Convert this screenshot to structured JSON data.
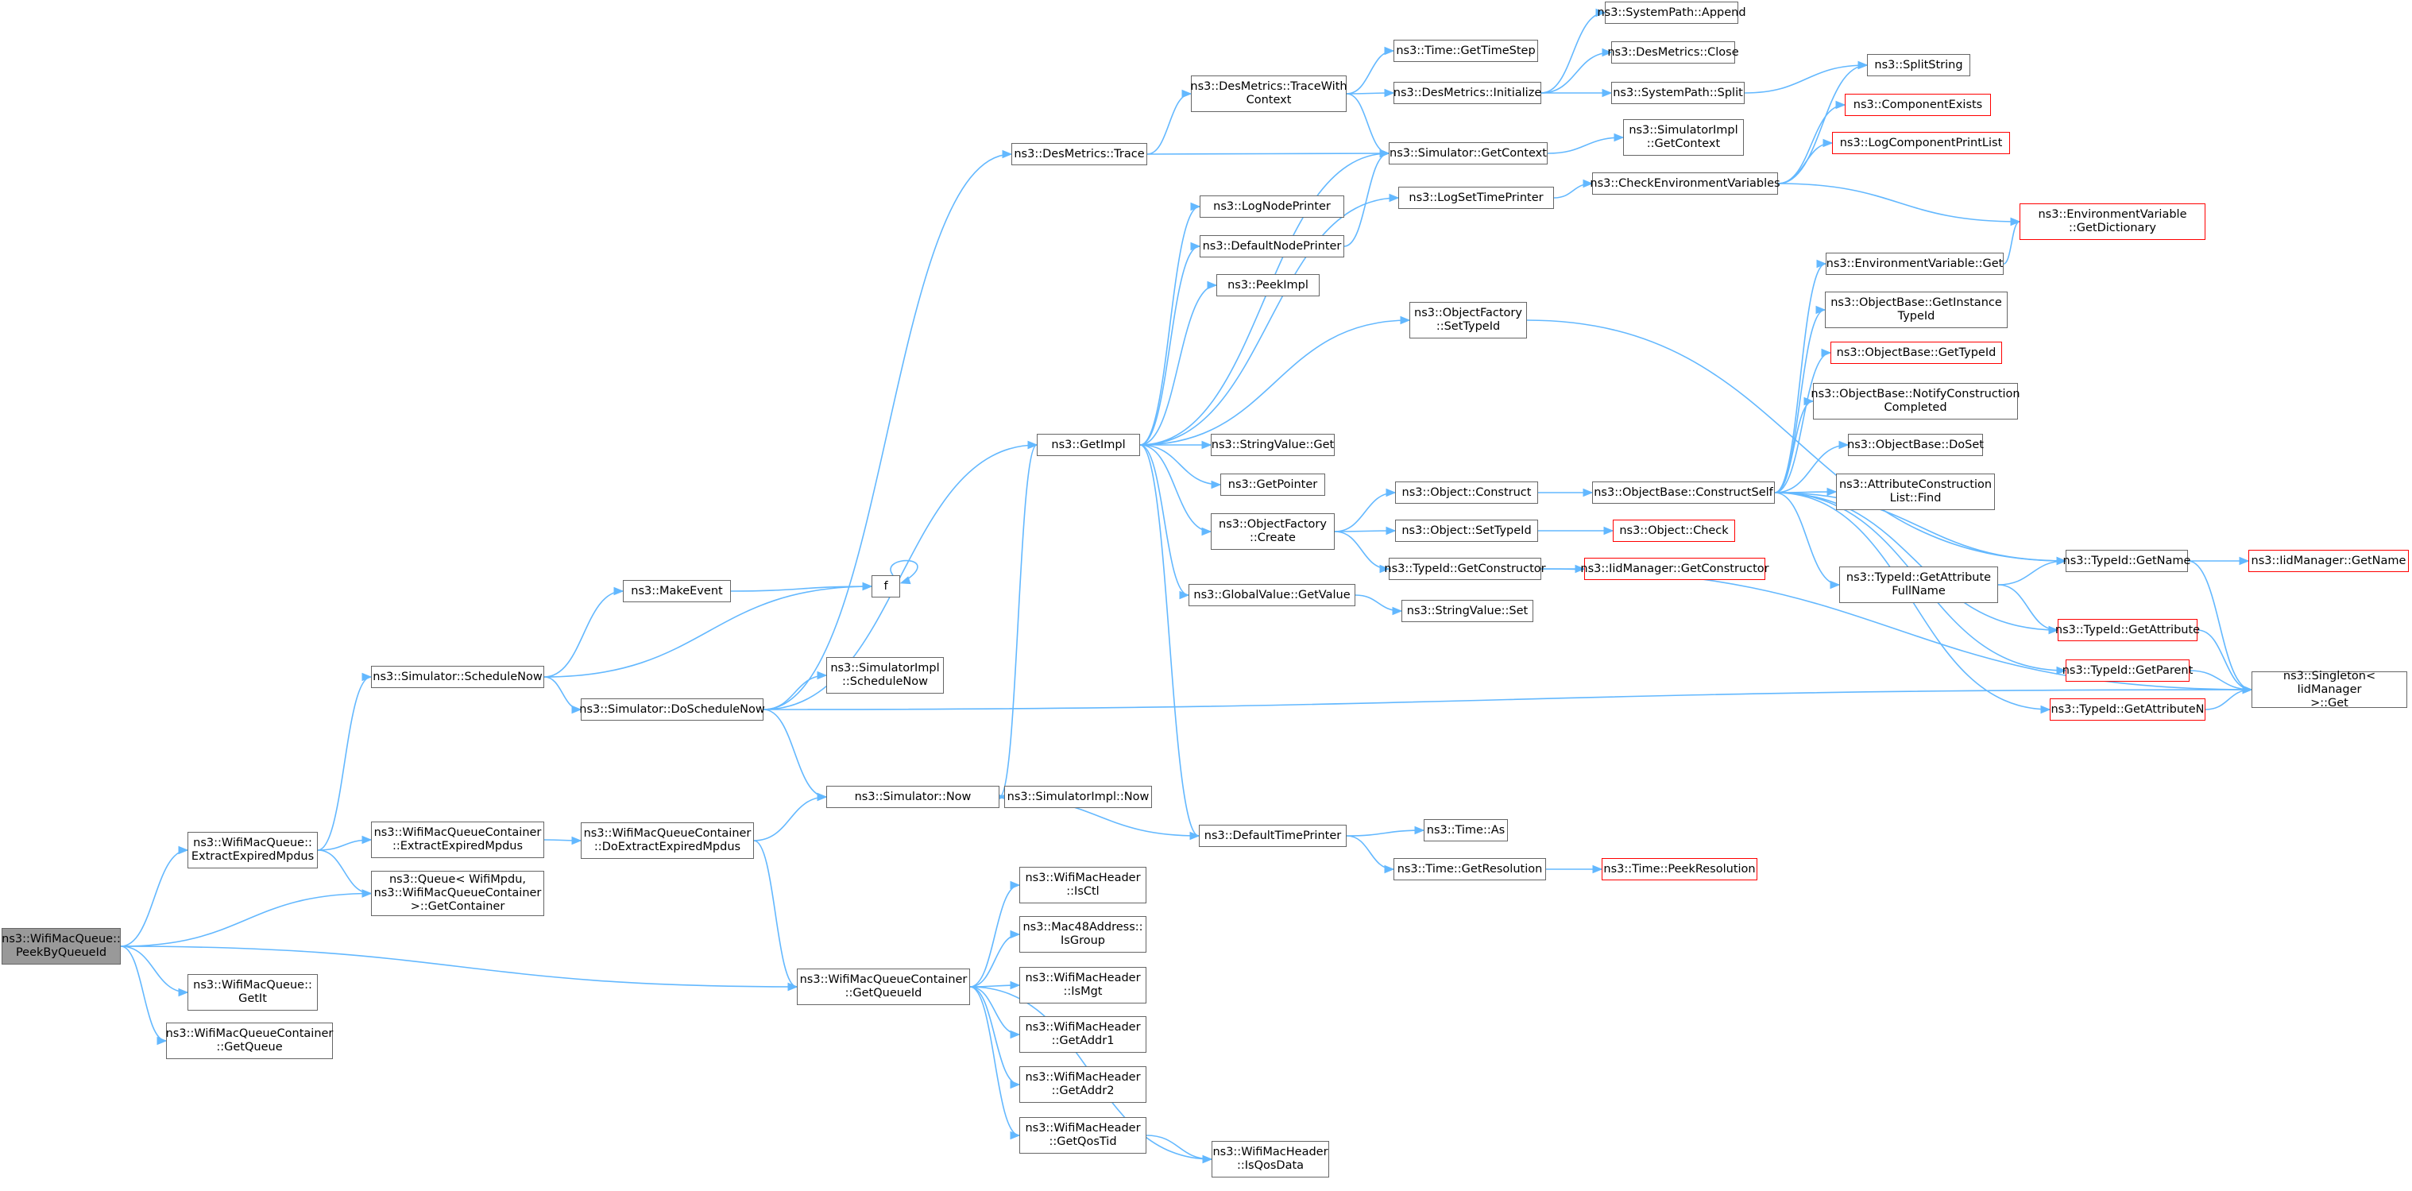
{
  "diagram": {
    "type": "call-graph",
    "colors": {
      "edge": "#63b8ff",
      "node_border": "#666666",
      "missing_border": "#ff0000",
      "root_fill": "#999999"
    },
    "nodes": [
      {
        "id": "n0",
        "label": "ns3::WifiMacQueue::\nPeekByQueueId",
        "style": "root"
      },
      {
        "id": "n1",
        "label": "ns3::WifiMacQueue::\nExtractExpiredMpdus"
      },
      {
        "id": "n2",
        "label": "ns3::WifiMacQueueContainer\n::ExtractExpiredMpdus"
      },
      {
        "id": "n3",
        "label": "ns3::Queue< WifiMpdu,\n ns3::WifiMacQueueContainer\n >::GetContainer"
      },
      {
        "id": "n4",
        "label": "ns3::WifiMacQueue::\nGetIt"
      },
      {
        "id": "n5",
        "label": "ns3::WifiMacQueueContainer\n::GetQueue"
      },
      {
        "id": "n6",
        "label": "ns3::WifiMacQueueContainer\n::GetQueueId"
      },
      {
        "id": "n7",
        "label": "ns3::Simulator::ScheduleNow"
      },
      {
        "id": "n8",
        "label": "ns3::MakeEvent"
      },
      {
        "id": "n9",
        "label": "f"
      },
      {
        "id": "n10",
        "label": "ns3::Simulator::DoScheduleNow"
      },
      {
        "id": "n11",
        "label": "ns3::SimulatorImpl\n::ScheduleNow"
      },
      {
        "id": "n12",
        "label": "ns3::WifiMacQueueContainer\n::DoExtractExpiredMpdus"
      },
      {
        "id": "n13",
        "label": "ns3::Simulator::Now"
      },
      {
        "id": "n14",
        "label": "ns3::SimulatorImpl::Now"
      },
      {
        "id": "n15",
        "label": "ns3::DesMetrics::Trace"
      },
      {
        "id": "n16",
        "label": "ns3::GetImpl"
      },
      {
        "id": "n17",
        "label": "ns3::DefaultTimePrinter"
      },
      {
        "id": "n18",
        "label": "ns3::WifiMacHeader\n::IsCtl"
      },
      {
        "id": "n19",
        "label": "ns3::Mac48Address::\nIsGroup"
      },
      {
        "id": "n20",
        "label": "ns3::WifiMacHeader\n::IsMgt"
      },
      {
        "id": "n21",
        "label": "ns3::WifiMacHeader\n::GetAddr1"
      },
      {
        "id": "n22",
        "label": "ns3::WifiMacHeader\n::GetAddr2"
      },
      {
        "id": "n23",
        "label": "ns3::WifiMacHeader\n::GetQosTid"
      },
      {
        "id": "n24",
        "label": "ns3::WifiMacHeader\n::IsQosData"
      },
      {
        "id": "n25",
        "label": "ns3::DesMetrics::TraceWith\nContext"
      },
      {
        "id": "n26",
        "label": "ns3::Time::GetTimeStep"
      },
      {
        "id": "n27",
        "label": "ns3::DesMetrics::Initialize"
      },
      {
        "id": "n28",
        "label": "ns3::Simulator::GetContext"
      },
      {
        "id": "n29",
        "label": "ns3::SystemPath::Append"
      },
      {
        "id": "n30",
        "label": "ns3::DesMetrics::Close"
      },
      {
        "id": "n31",
        "label": "ns3::SystemPath::Split"
      },
      {
        "id": "n32",
        "label": "ns3::SplitString"
      },
      {
        "id": "n33",
        "label": "ns3::SimulatorImpl\n::GetContext"
      },
      {
        "id": "n34",
        "label": "ns3::LogNodePrinter"
      },
      {
        "id": "n35",
        "label": "ns3::DefaultNodePrinter"
      },
      {
        "id": "n36",
        "label": "ns3::PeekImpl"
      },
      {
        "id": "n37",
        "label": "ns3::LogSetTimePrinter"
      },
      {
        "id": "n38",
        "label": "ns3::CheckEnvironmentVariables"
      },
      {
        "id": "n39",
        "label": "ns3::ComponentExists",
        "style": "red"
      },
      {
        "id": "n40",
        "label": "ns3::LogComponentPrintList",
        "style": "red"
      },
      {
        "id": "n41",
        "label": "ns3::EnvironmentVariable\n::GetDictionary",
        "style": "red"
      },
      {
        "id": "n42",
        "label": "ns3::ObjectFactory\n::SetTypeId"
      },
      {
        "id": "n43",
        "label": "ns3::EnvironmentVariable::Get"
      },
      {
        "id": "n44",
        "label": "ns3::ObjectBase::GetInstance\nTypeId"
      },
      {
        "id": "n45",
        "label": "ns3::ObjectBase::GetTypeId",
        "style": "red"
      },
      {
        "id": "n46",
        "label": "ns3::ObjectBase::NotifyConstruction\nCompleted"
      },
      {
        "id": "n47",
        "label": "ns3::StringValue::Get"
      },
      {
        "id": "n48",
        "label": "ns3::ObjectBase::DoSet"
      },
      {
        "id": "n49",
        "label": "ns3::GetPointer"
      },
      {
        "id": "n50",
        "label": "ns3::AttributeConstruction\nList::Find"
      },
      {
        "id": "n51",
        "label": "ns3::Object::Construct"
      },
      {
        "id": "n52",
        "label": "ns3::ObjectBase::ConstructSelf"
      },
      {
        "id": "n53",
        "label": "ns3::ObjectFactory\n::Create"
      },
      {
        "id": "n54",
        "label": "ns3::Object::SetTypeId"
      },
      {
        "id": "n55",
        "label": "ns3::Object::Check",
        "style": "red"
      },
      {
        "id": "n56",
        "label": "ns3::TypeId::GetName"
      },
      {
        "id": "n57",
        "label": "ns3::IidManager::GetName",
        "style": "red"
      },
      {
        "id": "n58",
        "label": "ns3::TypeId::GetConstructor"
      },
      {
        "id": "n59",
        "label": "ns3::IidManager::GetConstructor",
        "style": "red"
      },
      {
        "id": "n60",
        "label": "ns3::GlobalValue::GetValue"
      },
      {
        "id": "n61",
        "label": "ns3::TypeId::GetAttribute\nFullName"
      },
      {
        "id": "n62",
        "label": "ns3::StringValue::Set"
      },
      {
        "id": "n63",
        "label": "ns3::TypeId::GetAttribute",
        "style": "red"
      },
      {
        "id": "n64",
        "label": "ns3::TypeId::GetParent",
        "style": "red"
      },
      {
        "id": "n65",
        "label": "ns3::Singleton< IidManager\n >::Get"
      },
      {
        "id": "n66",
        "label": "ns3::TypeId::GetAttributeN",
        "style": "red"
      },
      {
        "id": "n67",
        "label": "ns3::Time::As"
      },
      {
        "id": "n68",
        "label": "ns3::Time::GetResolution"
      },
      {
        "id": "n69",
        "label": "ns3::Time::PeekResolution",
        "style": "red"
      }
    ],
    "edges": [
      [
        "n0",
        "n1"
      ],
      [
        "n0",
        "n3"
      ],
      [
        "n0",
        "n6"
      ],
      [
        "n0",
        "n4"
      ],
      [
        "n0",
        "n5"
      ],
      [
        "n1",
        "n7"
      ],
      [
        "n1",
        "n2"
      ],
      [
        "n1",
        "n3"
      ],
      [
        "n2",
        "n12"
      ],
      [
        "n7",
        "n8"
      ],
      [
        "n7",
        "n9"
      ],
      [
        "n7",
        "n10"
      ],
      [
        "n8",
        "n9"
      ],
      [
        "n9",
        "n9"
      ],
      [
        "n10",
        "n11"
      ],
      [
        "n10",
        "n15"
      ],
      [
        "n10",
        "n16"
      ],
      [
        "n10",
        "n13"
      ],
      [
        "n10",
        "n65"
      ],
      [
        "n12",
        "n13"
      ],
      [
        "n12",
        "n6"
      ],
      [
        "n13",
        "n14"
      ],
      [
        "n13",
        "n16"
      ],
      [
        "n15",
        "n25"
      ],
      [
        "n15",
        "n28"
      ],
      [
        "n25",
        "n26"
      ],
      [
        "n25",
        "n27"
      ],
      [
        "n25",
        "n28"
      ],
      [
        "n27",
        "n29"
      ],
      [
        "n27",
        "n30"
      ],
      [
        "n27",
        "n31"
      ],
      [
        "n31",
        "n32"
      ],
      [
        "n28",
        "n33"
      ],
      [
        "n16",
        "n34"
      ],
      [
        "n16",
        "n35"
      ],
      [
        "n16",
        "n36"
      ],
      [
        "n16",
        "n28"
      ],
      [
        "n16",
        "n37"
      ],
      [
        "n16",
        "n42"
      ],
      [
        "n16",
        "n47"
      ],
      [
        "n16",
        "n49"
      ],
      [
        "n16",
        "n53"
      ],
      [
        "n16",
        "n60"
      ],
      [
        "n16",
        "n17"
      ],
      [
        "n35",
        "n28"
      ],
      [
        "n37",
        "n38"
      ],
      [
        "n38",
        "n32"
      ],
      [
        "n38",
        "n39"
      ],
      [
        "n38",
        "n40"
      ],
      [
        "n38",
        "n41"
      ],
      [
        "n42",
        "n56"
      ],
      [
        "n53",
        "n51"
      ],
      [
        "n53",
        "n54"
      ],
      [
        "n53",
        "n58"
      ],
      [
        "n51",
        "n52"
      ],
      [
        "n54",
        "n55"
      ],
      [
        "n58",
        "n59"
      ],
      [
        "n58",
        "n65"
      ],
      [
        "n60",
        "n62"
      ],
      [
        "n52",
        "n43"
      ],
      [
        "n52",
        "n44"
      ],
      [
        "n52",
        "n45"
      ],
      [
        "n52",
        "n46"
      ],
      [
        "n52",
        "n48"
      ],
      [
        "n52",
        "n50"
      ],
      [
        "n52",
        "n56"
      ],
      [
        "n52",
        "n61"
      ],
      [
        "n52",
        "n63"
      ],
      [
        "n52",
        "n64"
      ],
      [
        "n52",
        "n66"
      ],
      [
        "n43",
        "n41"
      ],
      [
        "n56",
        "n57"
      ],
      [
        "n56",
        "n65"
      ],
      [
        "n61",
        "n56"
      ],
      [
        "n61",
        "n63"
      ],
      [
        "n63",
        "n65"
      ],
      [
        "n64",
        "n65"
      ],
      [
        "n66",
        "n65"
      ],
      [
        "n17",
        "n13"
      ],
      [
        "n17",
        "n67"
      ],
      [
        "n17",
        "n68"
      ],
      [
        "n68",
        "n69"
      ],
      [
        "n6",
        "n18"
      ],
      [
        "n6",
        "n19"
      ],
      [
        "n6",
        "n20"
      ],
      [
        "n6",
        "n21"
      ],
      [
        "n6",
        "n22"
      ],
      [
        "n6",
        "n23"
      ],
      [
        "n6",
        "n24"
      ],
      [
        "n23",
        "n24"
      ]
    ]
  }
}
